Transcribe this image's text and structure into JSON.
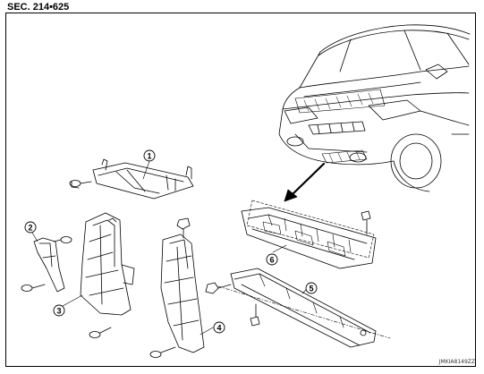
{
  "section_label": "SEC. 214•625",
  "image_code": "JMKIA8149ZZ",
  "callouts": [
    "1",
    "2",
    "3",
    "4",
    "5",
    "6"
  ]
}
